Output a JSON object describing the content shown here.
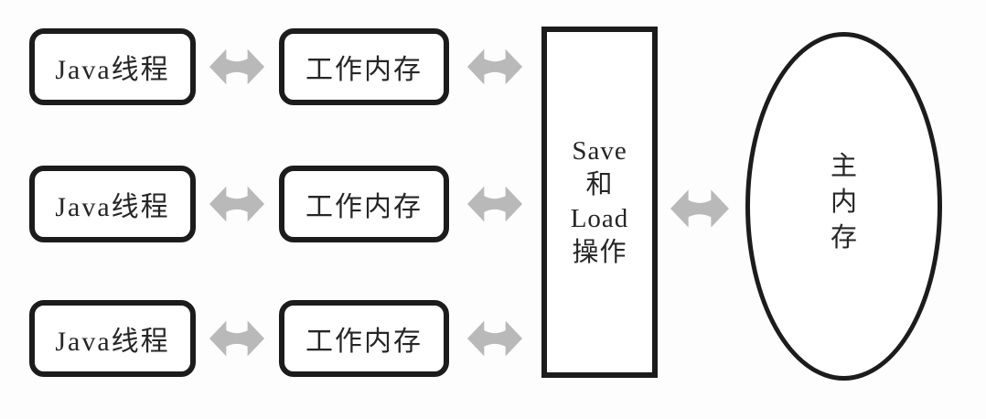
{
  "diagram": {
    "rows": [
      {
        "thread": "Java线程",
        "memory": "工作内存"
      },
      {
        "thread": "Java线程",
        "memory": "工作内存"
      },
      {
        "thread": "Java线程",
        "memory": "工作内存"
      }
    ],
    "save_load": {
      "line1": "Save",
      "line2": "和",
      "line3": "Load",
      "line4": "操作"
    },
    "main_memory": {
      "line1": "主",
      "line2": "内",
      "line3": "存"
    },
    "colors": {
      "arrow": "#b9b9b9",
      "border": "#1c1c1c",
      "background": "#fdfdfd",
      "text": "#262626"
    }
  }
}
